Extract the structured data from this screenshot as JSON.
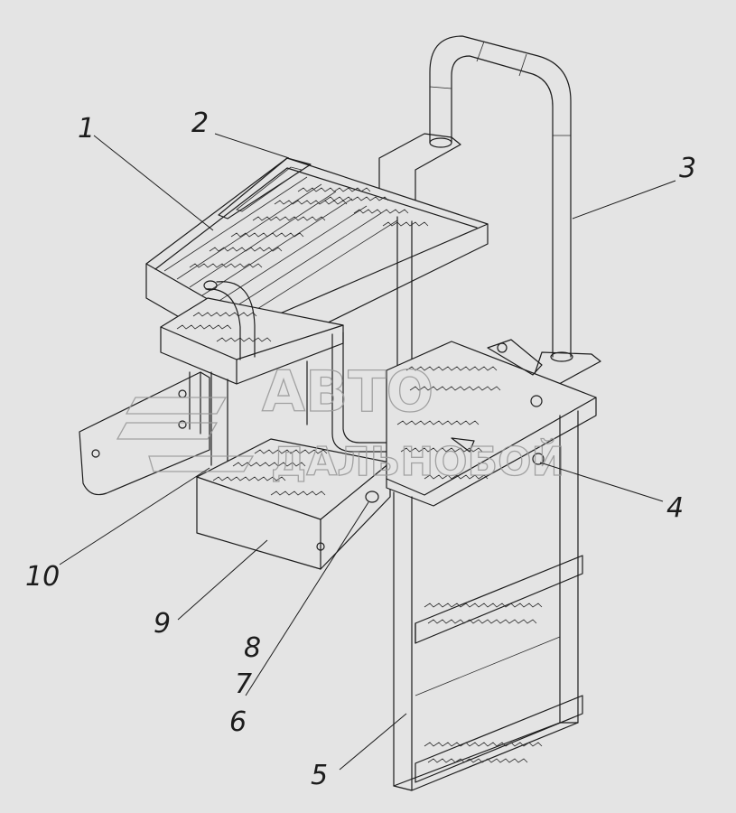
{
  "labels": {
    "n1": "1",
    "n2": "2",
    "n3": "3",
    "n4": "4",
    "n5": "5",
    "n6": "6",
    "n7": "7",
    "n8": "8",
    "n9": "9",
    "n10": "10"
  },
  "watermark": {
    "line1": "АВТО",
    "line2": "ДАЛЬНОБОЙ"
  },
  "colors": {
    "background": "#e4e4e4",
    "line": "#1c1c1c",
    "watermark": "#9a9a9a"
  }
}
